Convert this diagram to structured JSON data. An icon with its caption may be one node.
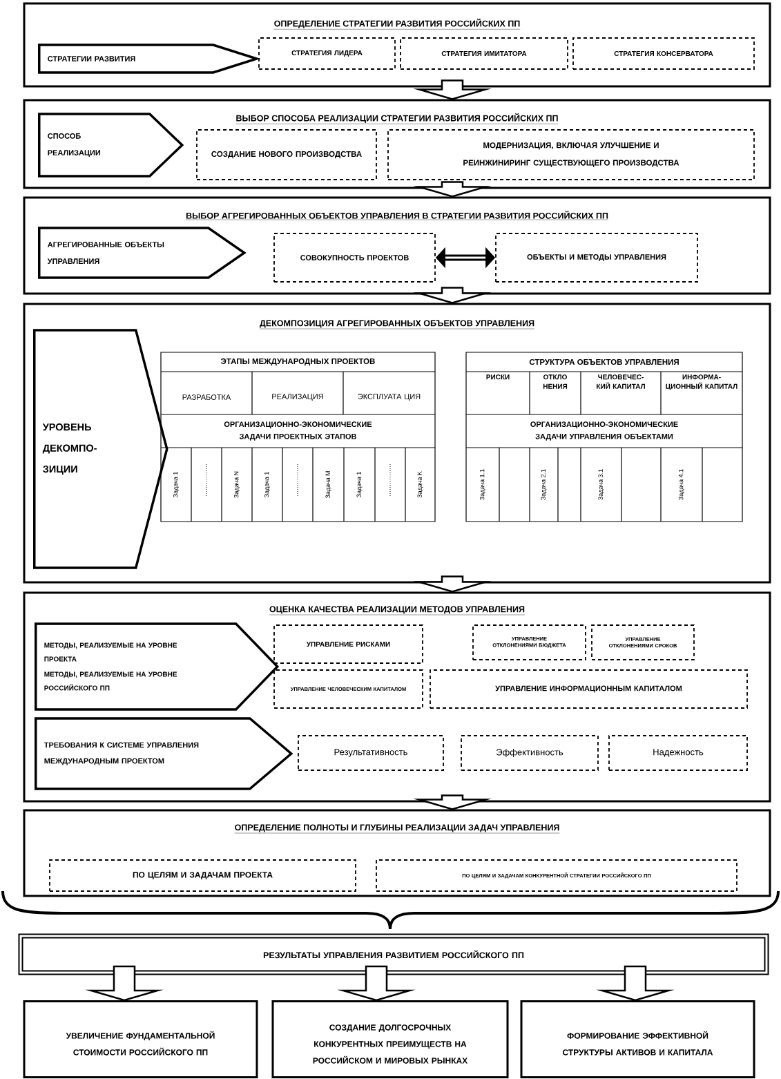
{
  "diagram": {
    "nodes": [
      {
        "text": [
          "ОПРЕДЕЛЕНИЕ СТРАТЕГИИ РАЗВИТИЯ РОССИЙСКИХ ПП"
        ]
      },
      {
        "text": [
          "СТРАТЕГИИ РАЗВИТИЯ"
        ],
        "in": 0
      },
      {
        "text": [
          "СТРАТЕГИЯ ЛИДЕРА"
        ],
        "in": 0
      },
      {
        "text": [
          "СТРАТЕГИЯ ИМИТАТОРА"
        ],
        "in": 0
      },
      {
        "text": [
          "СТРАТЕГИЯ КОНСЕРВАТОРА"
        ],
        "in": 0
      },
      {
        "text": [
          "ВЫБОР СПОСОБА РЕАЛИЗАЦИИ СТРАТЕГИИ РАЗВИТИЯ РОССИЙСКИХ ПП"
        ]
      },
      {
        "text": [
          "СПОСОБ РЕАЛИЗАЦИИ"
        ],
        "in": 5
      },
      {
        "text": [
          "СОЗДАНИЕ НОВОГО ПРОИЗВОДСТВА"
        ],
        "in": 5
      },
      {
        "text": [
          "МОДЕРНИЗАЦИЯ, ВКЛЮЧАЯ УЛУЧШЕНИЕ И РЕИНЖИНИРИНГ СУЩЕСТВУЮЩЕГО ПРОИЗВОДСТВА"
        ],
        "in": 5
      },
      {
        "text": [
          "ВЫБОР АГРЕГИРОВАННЫХ ОБЪЕКТОВ УПРАВЛЕНИЯ В СТРАТЕГИИ РАЗВИТИЯ РОССИЙСКИХ ПП"
        ]
      },
      {
        "text": [
          "АГРЕГИРОВАННЫЕ ОБЪЕКТЫ УПРАВЛЕНИЯ"
        ],
        "in": 9
      },
      {
        "text": [
          "СОВОКУПНОСТЬ ПРОЕКТОВ"
        ],
        "in": 9
      },
      {
        "text": [
          "ОБЪЕКТЫ И МЕТОДЫ УПРАВЛЕНИЯ"
        ],
        "in": 9
      },
      {
        "text": [
          "ДЕКОМПОЗИЦИЯ АГРЕГИРОВАННЫХ ОБЪЕКТОВ УПРАВЛЕНИЯ"
        ]
      },
      {
        "text": [
          "УРОВЕНЬ ДЕКОМПО- ЗИЦИИ"
        ],
        "in": 13
      },
      {
        "text": [
          "ОЦЕНКА КАЧЕСТВА РЕАЛИЗАЦИИ МЕТОДОВ УПРАВЛЕНИЯ"
        ]
      },
      {
        "text": [
          "МЕТОДЫ, РЕАЛИЗУЕМЫЕ НА УРОВНЕ ПРОЕКТА",
          "МЕТОДЫ, РЕАЛИЗУЕМЫЕ НА УРОВНЕ РОССИЙСКОГО ПП"
        ],
        "in": 15
      },
      {
        "text": [
          "УПРАВЛЕНИЕ РИСКАМИ"
        ],
        "in": 15
      },
      {
        "text": [
          "УПРАВЛЕНИЕ ОТКЛОНЕНИЯМИ БЮДЖЕТА"
        ],
        "in": 15
      },
      {
        "text": [
          "УПРАВЛЕНИЕ ОТКЛОНЕНИЯМИ СРОКОВ"
        ],
        "in": 15
      },
      {
        "text": [
          "УПРАВЛЕНИЕ ЧЕЛОВЕЧЕСКИМ КАПИТАЛОМ"
        ],
        "in": 15
      },
      {
        "text": [
          "УПРАВЛЕНИЕ ИНФОРМАЦИОННЫМ КАПИТАЛОМ"
        ],
        "in": 15
      },
      {
        "text": [
          "ТРЕБОВАНИЯ К СИСТЕМЕ УПРАВЛЕНИЯ МЕЖДУНАРОДНЫМ ПРОЕКТОМ"
        ],
        "in": 15
      },
      {
        "text": [
          "Результативность"
        ],
        "in": 15
      },
      {
        "text": [
          "Эффективность"
        ],
        "in": 15
      },
      {
        "text": [
          "Надежность"
        ],
        "in": 15
      },
      {
        "text": [
          "ОПРЕДЕЛЕНИЕ ПОЛНОТЫ И ГЛУБИНЫ РЕАЛИЗАЦИИ ЗАДАЧ УПРАВЛЕНИЯ"
        ]
      },
      {
        "text": [
          "ПО ЦЕЛЯМ И ЗАДАЧАМ ПРОЕКТА"
        ],
        "in": 26
      },
      {
        "text": [
          "ПО ЦЕЛЯМ И ЗАДАЧАМ КОНКУРЕНТНОЙ СТРАТЕГИИ РОССИЙСКОГО ПП"
        ],
        "in": 26
      },
      {
        "text": [
          "РЕЗУЛЬТАТЫ УПРАВЛЕНИЯ РАЗВИТИЕМ РОССИЙСКОГО ПП"
        ]
      },
      {
        "text": [
          "УВЕЛИЧЕНИЕ ФУНДАМЕНТАЛЬНОЙ СТОИМОСТИ РОССИЙСКОГО ПП"
        ]
      },
      {
        "text": [
          "СОЗДАНИЕ ДОЛГОСРОЧНЫХ КОНКУРЕНТНЫХ ПРЕИМУЩЕСТВ НА РОССИЙСКОМ И МИРОВЫХ РЫНКАХ"
        ]
      },
      {
        "text": [
          "ФОРМИРОВАНИЕ ЭФФЕКТИВНОЙ СТРУКТУРЫ АКТИВОВ И КАПИТАЛА"
        ]
      }
    ],
    "edges": [
      {
        "from": 0,
        "to": 5,
        "arrow": "to"
      },
      {
        "from": 5,
        "to": 9,
        "arrow": "to"
      },
      {
        "from": 9,
        "to": 13,
        "arrow": "to"
      },
      {
        "from": 13,
        "to": 15,
        "arrow": "to"
      },
      {
        "from": 15,
        "to": 26,
        "arrow": "to"
      },
      {
        "from": 11,
        "to": 12,
        "arrow": "both"
      },
      {
        "from": 29,
        "to": 30,
        "arrow": "to"
      },
      {
        "from": 29,
        "to": 31,
        "arrow": "to"
      },
      {
        "from": 29,
        "to": 32,
        "arrow": "to"
      }
    ],
    "labels": [
      "ЭТАПЫ МЕЖДУНАРОДНЫХ ПРОЕКТОВ",
      "РАЗРАБОТКА",
      "РЕАЛИЗАЦИЯ",
      "ЭКСПЛУАТА ЦИЯ",
      "ОРГАНИЗАЦИОННО-ЭКОНОМИЧЕСКИЕ ЗАДАЧИ ПРОЕКТНЫХ ЭТАПОВ",
      "Задача 1",
      "Задача N",
      "Задача 1",
      "Задача M",
      "Задача 1",
      "Задача K",
      "СТРУКТУРА ОБЪЕКТОВ УПРАВЛЕНИЯ",
      "РИСКИ",
      "ОТКЛО НЕНИЯ",
      "ЧЕЛОВЕЧЕС- КИЙ КАПИТАЛ",
      "ИНФОРМА- ЦИОННЫЙ КАПИТАЛ",
      "ОРГАНИЗАЦИОННО-ЭКОНОМИЧЕСКИЕ ЗАДАЧИ УПРАВЛЕНИЯ ОБЪЕКТАМИ",
      "Задача 1.1",
      "Задача 2.1",
      "Задача 3.1",
      "Задача 4.1"
    ]
  }
}
